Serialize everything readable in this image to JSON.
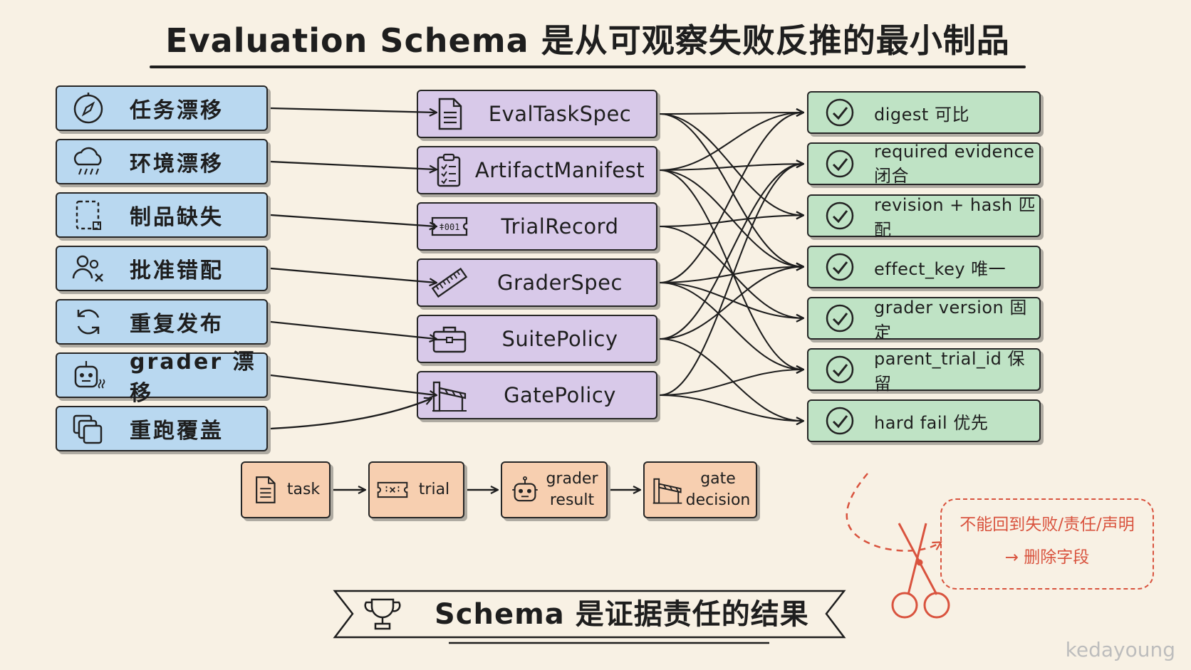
{
  "title": "Evaluation Schema 是从可观察失败反推的最小制品",
  "failures": [
    {
      "label": "任务漂移",
      "icon": "compass-icon"
    },
    {
      "label": "环境漂移",
      "icon": "rain-cloud-icon"
    },
    {
      "label": "制品缺失",
      "icon": "dashed-document-icon"
    },
    {
      "label": "批准错配",
      "icon": "users-x-icon"
    },
    {
      "label": "重复发布",
      "icon": "refresh-icon"
    },
    {
      "label": "grader 漂移",
      "icon": "robot-icon"
    },
    {
      "label": "重跑覆盖",
      "icon": "copy-stack-icon"
    }
  ],
  "artifacts": [
    {
      "label": "EvalTaskSpec",
      "icon": "document-icon"
    },
    {
      "label": "ArtifactManifest",
      "icon": "clipboard-checklist-icon"
    },
    {
      "label": "TrialRecord",
      "icon": "ticket-001-icon"
    },
    {
      "label": "GraderSpec",
      "icon": "ruler-icon"
    },
    {
      "label": "SuitePolicy",
      "icon": "toolbox-icon"
    },
    {
      "label": "GatePolicy",
      "icon": "barrier-gate-icon"
    }
  ],
  "guarantees": [
    {
      "label": "digest 可比",
      "icon": "check-circle-icon"
    },
    {
      "label": "required evidence 闭合",
      "icon": "check-circle-icon"
    },
    {
      "label": "revision + hash 匹配",
      "icon": "check-circle-icon"
    },
    {
      "label": "effect_key 唯一",
      "icon": "check-circle-icon"
    },
    {
      "label": "grader version 固定",
      "icon": "check-circle-icon"
    },
    {
      "label": "parent_trial_id 保留",
      "icon": "check-circle-icon"
    },
    {
      "label": "hard fail 优先",
      "icon": "check-circle-icon"
    }
  ],
  "flow": [
    {
      "line1": "task",
      "line2": "",
      "icon": "document-icon"
    },
    {
      "line1": "trial",
      "line2": "",
      "icon": "ticket-icon"
    },
    {
      "line1": "grader",
      "line2": "result",
      "icon": "robot-icon"
    },
    {
      "line1": "gate",
      "line2": "decision",
      "icon": "barrier-gate-icon"
    }
  ],
  "note": {
    "line1": "不能回到失败/责任/声明",
    "line2": "→ 删除字段",
    "icon": "scissors-icon"
  },
  "banner": {
    "text": "Schema 是证据责任的结果",
    "icon": "trophy-icon"
  },
  "watermark": "kedayoung",
  "colors": {
    "failure_box": "#b9d8f0",
    "artifact_box": "#d8c9e9",
    "guarantee_box": "#bfe3c5",
    "flow_box": "#f7cfb0",
    "note_accent": "#d9533e",
    "background": "#f8f1e4"
  },
  "connections": [
    [
      0,
      0
    ],
    [
      0,
      2
    ],
    [
      0,
      3
    ],
    [
      1,
      0
    ],
    [
      1,
      1
    ],
    [
      1,
      3
    ],
    [
      1,
      5
    ],
    [
      2,
      2
    ],
    [
      2,
      4
    ],
    [
      3,
      0
    ],
    [
      3,
      3
    ],
    [
      3,
      4
    ],
    [
      3,
      5
    ],
    [
      4,
      1
    ],
    [
      4,
      3
    ],
    [
      4,
      6
    ],
    [
      5,
      1
    ],
    [
      5,
      5
    ],
    [
      5,
      6
    ]
  ]
}
